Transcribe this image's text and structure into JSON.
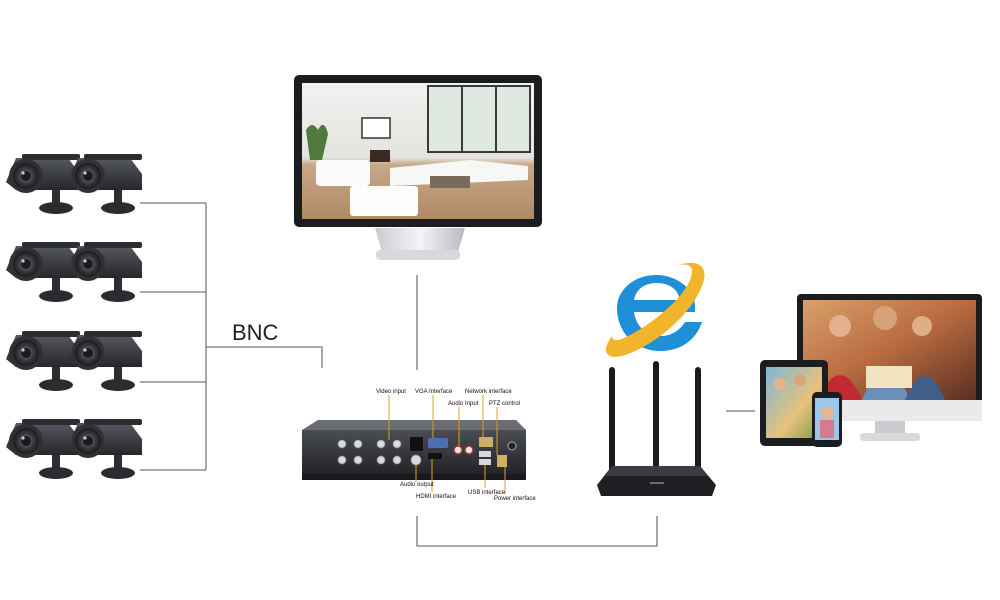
{
  "connection_label": "BNC",
  "dvr_ports": {
    "video_input": "Video input",
    "vga_interface": "VGA Interface",
    "network_interface": "Network interface",
    "audio_input": "Audio Input",
    "ptz_control": "PTZ control",
    "audio_output": "Audio output",
    "hdmi_interface": "HDMI interface",
    "usb_interface": "USB interface",
    "power_interface": "Power interface"
  },
  "colors": {
    "line": "#777777",
    "camera_body": "#3a3c40",
    "dvr_body": "#2e3035",
    "router_body": "#1e1f22",
    "ie_blue": "#1f8fd8"
  },
  "icons": [
    "camera-icon",
    "monitor-icon",
    "dvr-icon",
    "router-icon",
    "ie-icon",
    "tablet-icon",
    "phone-icon"
  ]
}
